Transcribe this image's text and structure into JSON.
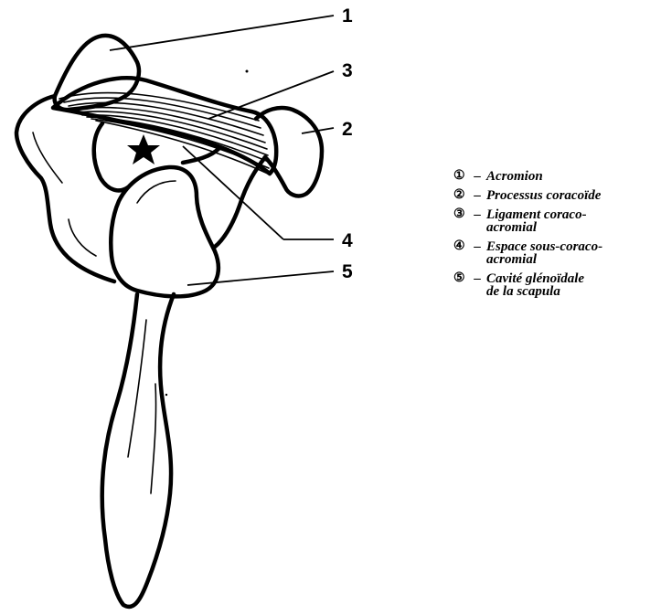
{
  "callouts": [
    "1",
    "2",
    "3",
    "4",
    "5"
  ],
  "legend": [
    {
      "num": "①",
      "sep": "–",
      "text": "Acromion"
    },
    {
      "num": "②",
      "sep": "–",
      "text": "Processus coracoïde"
    },
    {
      "num": "③",
      "sep": "–",
      "text": "Ligament coraco-\nacromial"
    },
    {
      "num": "④",
      "sep": "–",
      "text": "Espace sous-coraco-\nacromial"
    },
    {
      "num": "⑤",
      "sep": "–",
      "text": "Cavité glénoïdale\nde la scapula"
    }
  ]
}
